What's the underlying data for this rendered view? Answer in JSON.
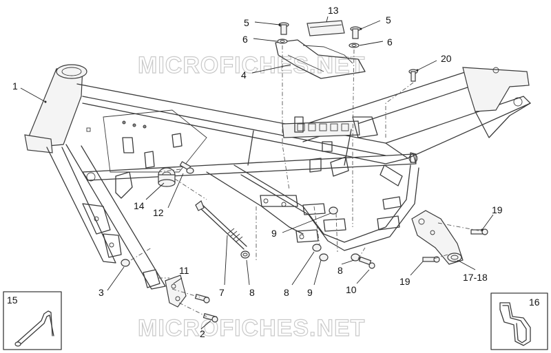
{
  "watermark": "MICROFICHES.NET",
  "callouts": {
    "c1": "1",
    "c2": "2",
    "c3": "3",
    "c4": "4",
    "c5a": "5",
    "c5b": "5",
    "c6a": "6",
    "c6b": "6",
    "c7": "7",
    "c8a": "8",
    "c8b": "8",
    "c8c": "8",
    "c9a": "9",
    "c9b": "9",
    "c10": "10",
    "c11": "11",
    "c12": "12",
    "c13": "13",
    "c14": "14",
    "c15": "15",
    "c16": "16",
    "c17": "17-18",
    "c19a": "19",
    "c19b": "19",
    "c20": "20"
  }
}
